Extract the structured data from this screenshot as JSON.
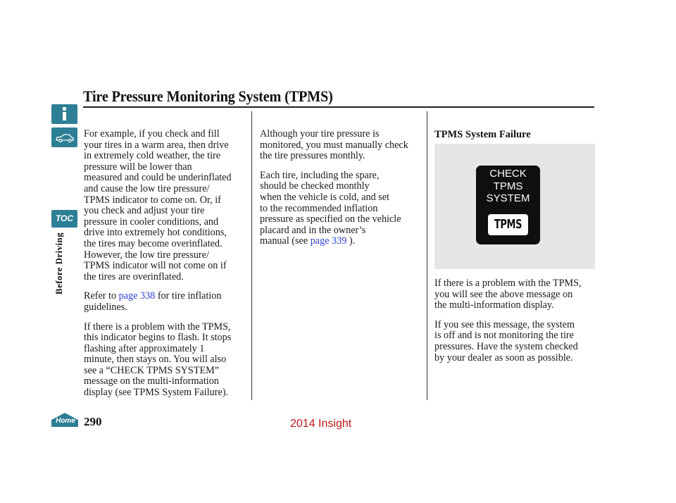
{
  "header": {
    "title": "Tire Pressure Monitoring System (TPMS)"
  },
  "side_nav": {
    "info_icon": "info-icon",
    "car_icon": "car-icon",
    "toc_label": "TOC",
    "section_label": "Before Driving",
    "home_label": "Home"
  },
  "column1": {
    "para1": "For example, if you check and fill\nyour tires in a warm area, then drive\nin extremely cold weather, the tire\npressure will be lower than\nmeasured and could be underinflated\nand cause the low tire pressure/\nTPMS indicator to come on. Or, if\nyou check and adjust your tire\npressure in cooler conditions, and\ndrive into extremely hot conditions,\nthe tires may become overinflated.\nHowever, the low tire pressure/\nTPMS indicator will not come on if\nthe tires are overinflated.",
    "para2_before": "Refer to ",
    "para2_link": "page 338",
    "para2_after": " for tire inflation\nguidelines.",
    "para3": "If there is a problem with the TPMS,\nthis indicator begins to flash. It stops\nflashing after approximately 1\nminute, then stays on. You will also\nsee a “CHECK TPMS SYSTEM”\nmessage on the multi-information\ndisplay (see TPMS System Failure)."
  },
  "column2": {
    "para1": "Although your tire pressure is\nmonitored, you must manually check\nthe tire pressures monthly.",
    "para2": "Each tire, including the spare,\nshould be checked monthly\nwhen the vehicle is cold, and set\nto the recommended inflation\npressure as specified on the vehicle\nplacard and in the owner’s\nmanual (see ",
    "para2_link": "page 339",
    "para2_after": " )."
  },
  "column3": {
    "heading": "TPMS System Failure",
    "display_message": "CHECK\nTPMS\nSYSTEM",
    "display_badge": "TPMS",
    "para1": "If there is a problem with the TPMS,\nyou will see the above message on\nthe multi-information display.",
    "para2": "If you see this message, the system\nis off and is not monitoring the tire\npressures. Have the system checked\nby your dealer as soon as possible."
  },
  "footer": {
    "page_number": "290",
    "watermark": "2014 Insight"
  },
  "colors": {
    "accent": "#2d7f95",
    "link": "#2a3fd4",
    "watermark": "#c01818"
  }
}
